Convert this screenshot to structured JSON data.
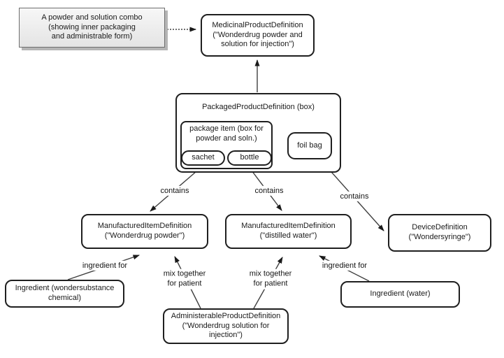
{
  "diagram": {
    "title_note": "A powder and solution combo\n(showing inner packaging\nand administrable form)",
    "nodes": {
      "medicinal": {
        "label": "MedicinalProductDefinition\n(\"Wonderdrug powder and\nsolution for injection\")"
      },
      "packaged": {
        "label": "PackagedProductDefinition (box)"
      },
      "package_item": {
        "label": "package item (box for\npowder and soln.)"
      },
      "sachet": {
        "label": "sachet"
      },
      "bottle": {
        "label": "bottle"
      },
      "foil_bag": {
        "label": "foil bag"
      },
      "mid_powder": {
        "label": "ManufacturedItemDefinition\n(\"Wonderdrug powder\")"
      },
      "mid_water": {
        "label": "ManufacturedItemDefinition\n(\"distilled water\")"
      },
      "device": {
        "label": "DeviceDefinition\n(\"Wondersyringe\")"
      },
      "ingredient_chem": {
        "label": "Ingredient (wondersubstance\nchemical)"
      },
      "admin": {
        "label": "AdministerableProductDefinition\n(\"Wonderdrug solution for\ninjection\")"
      },
      "ingredient_water": {
        "label": "Ingredient (water)"
      }
    },
    "edge_labels": {
      "contains_1": "contains",
      "contains_2": "contains",
      "contains_3": "contains",
      "ingredient_for_left": "ingredient for",
      "ingredient_for_right": "ingredient for",
      "mix_left": "mix together\nfor patient",
      "mix_right": "mix together\nfor patient"
    },
    "colors": {
      "box_border": "#1f1f1f",
      "line": "#404040",
      "arrowhead": "#1a1a1a",
      "note_fill": "#ededed",
      "note_shadow": "#b5b5b5",
      "background": "#ffffff"
    }
  }
}
